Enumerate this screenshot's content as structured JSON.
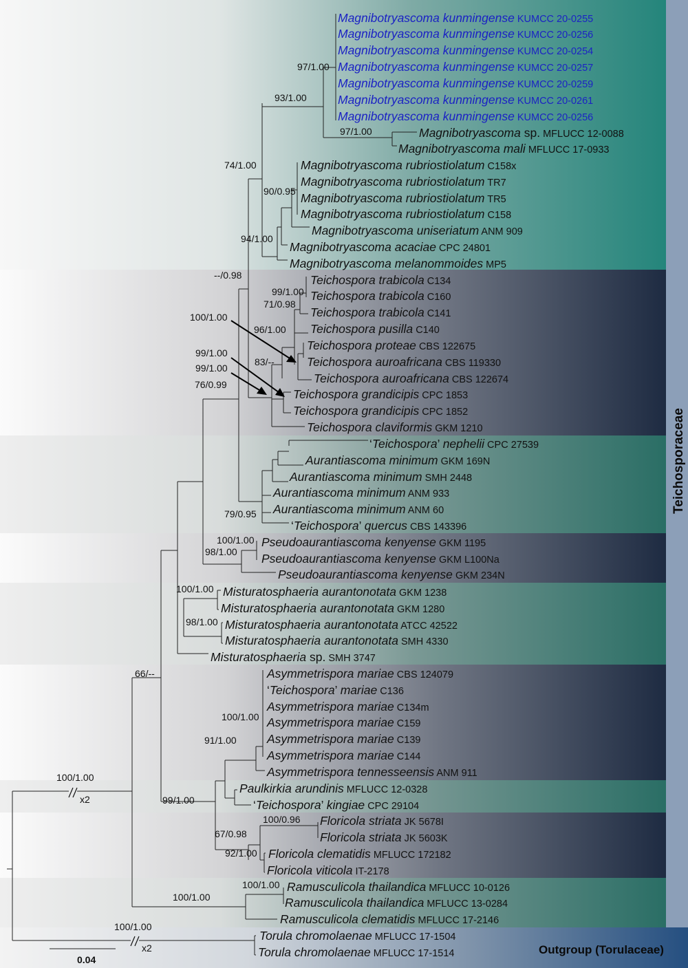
{
  "family_label": "Teichosporaceae",
  "outgroup_label": "Outgroup (Torulaceae)",
  "scale_bar_label": "0.04",
  "break_marks": [
    "x2",
    "x2"
  ],
  "colors": {
    "highlight_text": "#1b22c4",
    "teal_band": "#2d8a80",
    "dark_band": "#1f2d45",
    "family_bar": "#8c9fb8",
    "outgroup_bar": "#24548a"
  },
  "taxa": [
    {
      "genus": "Magnibotryascoma kunmingense",
      "strain": "KUMCC 20-0255",
      "highlight": true
    },
    {
      "genus": "Magnibotryascoma kunmingense",
      "strain": "KUMCC 20-0256",
      "highlight": true
    },
    {
      "genus": "Magnibotryascoma kunmingense",
      "strain": "KUMCC 20-0254",
      "highlight": true
    },
    {
      "genus": "Magnibotryascoma kunmingense",
      "strain": "KUMCC 20-0257",
      "highlight": true
    },
    {
      "genus": "Magnibotryascoma kunmingense",
      "strain": "KUMCC 20-0259",
      "highlight": true
    },
    {
      "genus": "Magnibotryascoma kunmingense",
      "strain": "KUMCC 20-0261",
      "highlight": true
    },
    {
      "genus": "Magnibotryascoma kunmingense",
      "strain": "KUMCC 20-0256",
      "highlight": true
    },
    {
      "genus": "Magnibotryascoma",
      "mid": " sp.",
      "strain": "MFLUCC 12-0088"
    },
    {
      "genus": "Magnibotryascoma mali",
      "strain": "MFLUCC 17-0933"
    },
    {
      "genus": "Magnibotryascoma rubriostiolatum",
      "strain": "C158x"
    },
    {
      "genus": "Magnibotryascoma rubriostiolatum",
      "strain": "TR7"
    },
    {
      "genus": "Magnibotryascoma rubriostiolatum",
      "strain": "TR5"
    },
    {
      "genus": "Magnibotryascoma rubriostiolatum",
      "strain": "C158"
    },
    {
      "genus": "Magnibotryascoma uniseriatum",
      "strain": "ANM 909"
    },
    {
      "genus": "Magnibotryascoma acaciae",
      "strain": "CPC 24801"
    },
    {
      "genus": "Magnibotryascoma melanommoides",
      "strain": "MP5"
    },
    {
      "genus": "Teichospora trabicola",
      "strain": "C134"
    },
    {
      "genus": "Teichospora trabicola",
      "strain": "C160"
    },
    {
      "genus": "Teichospora trabicola",
      "strain": "C141"
    },
    {
      "genus": "Teichospora pusilla",
      "strain": "C140"
    },
    {
      "genus": "Teichospora proteae",
      "strain": "CBS 122675"
    },
    {
      "genus": "Teichospora auroafricana",
      "strain": "CBS 119330"
    },
    {
      "genus": "Teichospora auroafricana",
      "strain": "CBS 122674"
    },
    {
      "genus": "Teichospora grandicipis",
      "strain": "CPC 1853"
    },
    {
      "genus": "Teichospora grandicipis",
      "strain": "CPC 1852"
    },
    {
      "genus": "Teichospora claviformis",
      "strain": "GKM 1210"
    },
    {
      "pre": "‘",
      "genus": "Teichospora",
      "mid": "’ ",
      "genus2": "nephelii",
      "strain": "CPC 27539"
    },
    {
      "genus": "Aurantiascoma minimum",
      "strain": "GKM 169N"
    },
    {
      "genus": "Aurantiascoma minimum",
      "strain": "SMH 2448"
    },
    {
      "genus": "Aurantiascoma minimum",
      "strain": "ANM 933"
    },
    {
      "genus": "Aurantiascoma minimum",
      "strain": "ANM 60"
    },
    {
      "pre": "‘",
      "genus": "Teichospora",
      "mid": "’ ",
      "genus2": "quercus",
      "strain": "CBS 143396"
    },
    {
      "genus": "Pseudoaurantiascoma kenyense",
      "strain": "GKM 1195"
    },
    {
      "genus": "Pseudoaurantiascoma kenyense",
      "strain": "GKM L100Na"
    },
    {
      "genus": "Pseudoaurantiascoma kenyense",
      "strain": "GKM 234N"
    },
    {
      "genus": "Misturatosphaeria aurantonotata",
      "strain": "GKM 1238"
    },
    {
      "genus": "Misturatosphaeria aurantonotata",
      "strain": "GKM 1280"
    },
    {
      "genus": "Misturatosphaeria aurantonotata",
      "strain": "ATCC 42522"
    },
    {
      "genus": "Misturatosphaeria aurantonotata",
      "strain": "SMH 4330"
    },
    {
      "genus": "Misturatosphaeria",
      "mid": " sp.",
      "strain": "SMH 3747"
    },
    {
      "genus": "Asymmetrispora mariae",
      "strain": "CBS 124079"
    },
    {
      "pre": "‘",
      "genus": "Teichospora",
      "mid": "’ ",
      "genus2": "mariae",
      "strain": "C136"
    },
    {
      "genus": "Asymmetrispora mariae",
      "strain": "C134m"
    },
    {
      "genus": "Asymmetrispora mariae",
      "strain": "C159"
    },
    {
      "genus": "Asymmetrispora mariae",
      "strain": "C139"
    },
    {
      "genus": "Asymmetrispora mariae",
      "strain": "C144"
    },
    {
      "genus": "Asymmetrispora tennesseensis",
      "strain": "ANM 911"
    },
    {
      "genus": "Paulkirkia arundinis",
      "strain": "MFLUCC 12-0328"
    },
    {
      "pre": "‘",
      "genus": "Teichospora",
      "mid": "’ ",
      "genus2": "kingiae",
      "strain": "CPC 29104"
    },
    {
      "genus": "Floricola striata",
      "strain": "JK 5678I"
    },
    {
      "genus": "Floricola striata",
      "strain": "JK 5603K"
    },
    {
      "genus": "Floricola clematidis",
      "strain": "MFLUCC 172182"
    },
    {
      "genus": "Floricola viticola",
      "strain": "IT-2178"
    },
    {
      "genus": "Ramusculicola thailandica",
      "strain": "MFLUCC 10-0126"
    },
    {
      "genus": "Ramusculicola thailandica",
      "strain": "MFLUCC 13-0284"
    },
    {
      "genus": "Ramusculicola clematidis",
      "strain": "MFLUCC 17-2146"
    },
    {
      "genus": "Torula chromolaenae",
      "strain": "MFLUCC 17-1504"
    },
    {
      "genus": "Torula chromolaenae",
      "strain": "MFLUCC 17-1514"
    }
  ],
  "supports": [
    "97/1.00",
    "93/1.00",
    "97/1.00",
    "74/1.00",
    "90/0.95",
    "94/1.00",
    "--/0.98",
    "99/1.00",
    "71/0.98",
    "100/1.00",
    "96/1.00",
    "99/1.00",
    "83/--",
    "99/1.00",
    "76/0.99",
    "79/0.95",
    "100/1.00",
    "98/1.00",
    "100/1.00",
    "98/1.00",
    "66/--",
    "100/1.00",
    "91/1.00",
    "100/1.00",
    "99/1.00",
    "100/0.96",
    "67/0.98",
    "92/1.00",
    "100/1.00",
    "100/1.00",
    "100/1.00"
  ]
}
